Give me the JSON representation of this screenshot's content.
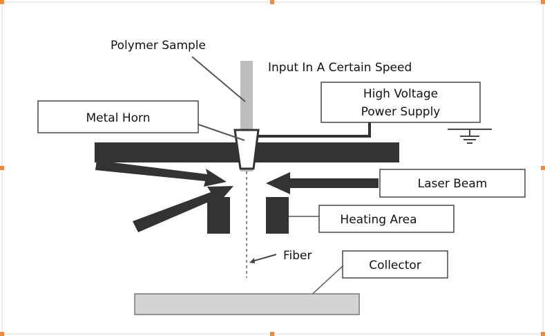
{
  "labels": {
    "polymer_sample": "Polymer Sample",
    "input_speed": "Input In A Certain Speed",
    "hv_line1": "High Voltage",
    "hv_line2": "Power Supply",
    "metal_horn": "Metal Horn",
    "laser_beam": "Laser Beam",
    "heating_area": "Heating Area",
    "fiber": "Fiber",
    "collector": "Collector"
  },
  "colors": {
    "dark": "#333333",
    "rod": "#bdbdbd",
    "collector": "#d4d4d4",
    "handle": "#f08a3c",
    "frame": "#d8d8d8"
  }
}
